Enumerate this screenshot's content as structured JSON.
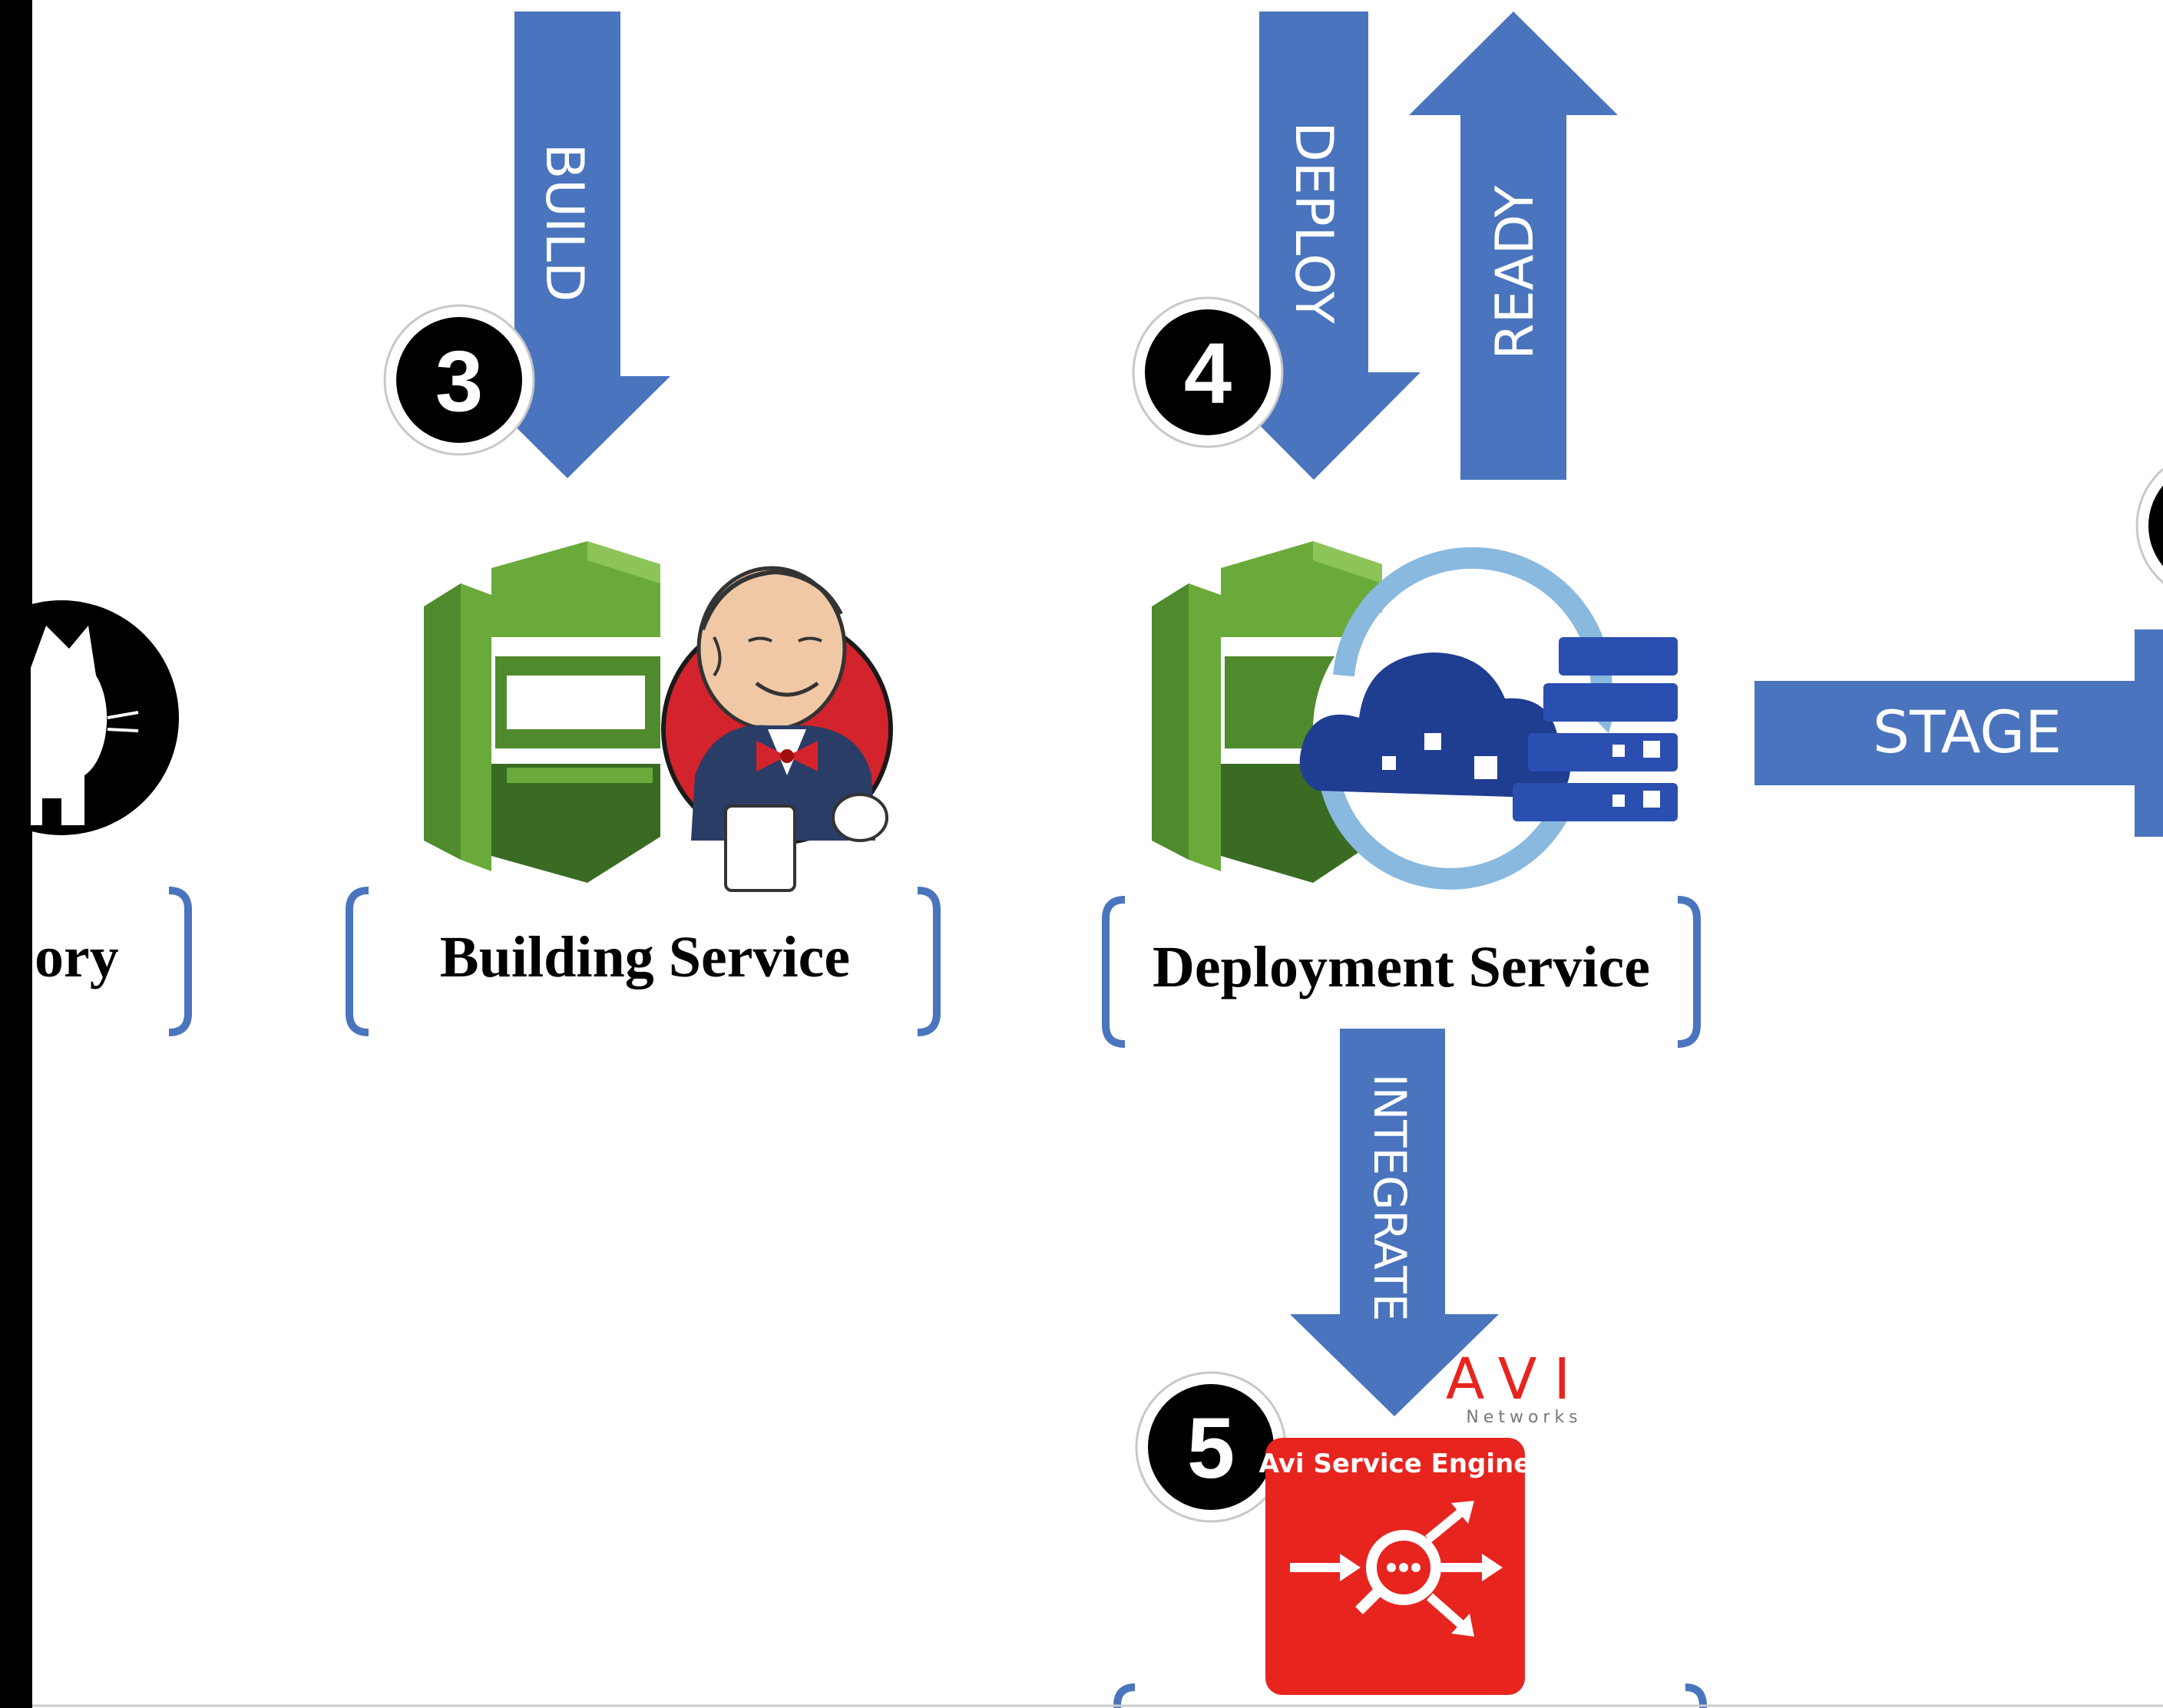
{
  "colors": {
    "arrow": "#4a74bd",
    "bracket": "#4a74bd",
    "aws_green_light": "#6aaa3b",
    "aws_green_mid": "#4f8a2c",
    "aws_green_dark": "#3a6b22",
    "jenkins_red": "#d3232c",
    "avi_red": "#e8241f",
    "cloud_blue": "#1f3d91",
    "ring_blue": "#8ab9df",
    "badge": "#000000"
  },
  "arrows": {
    "build": "BUILD",
    "deploy": "DEPLOY",
    "ready": "READY",
    "stage": "STAGE",
    "integrate": "INTEGRATE"
  },
  "steps": {
    "three": "3",
    "four": "4",
    "five": "5"
  },
  "labels": {
    "repository_partial": "ory",
    "building_service": "Building Service",
    "deployment_service": "Deployment Service"
  },
  "avi": {
    "brand": "AVI",
    "networks": "Networks",
    "engine_title": "Avi Service Engine"
  },
  "icons": {
    "github": "github-octocat-icon",
    "codebuild": "aws-codebuild-icon",
    "jenkins": "jenkins-butler-icon",
    "codedeploy": "aws-codedeploy-icon",
    "spinnaker": "cloud-deploy-cycle-icon",
    "avi_engine": "avi-service-engine-icon"
  }
}
